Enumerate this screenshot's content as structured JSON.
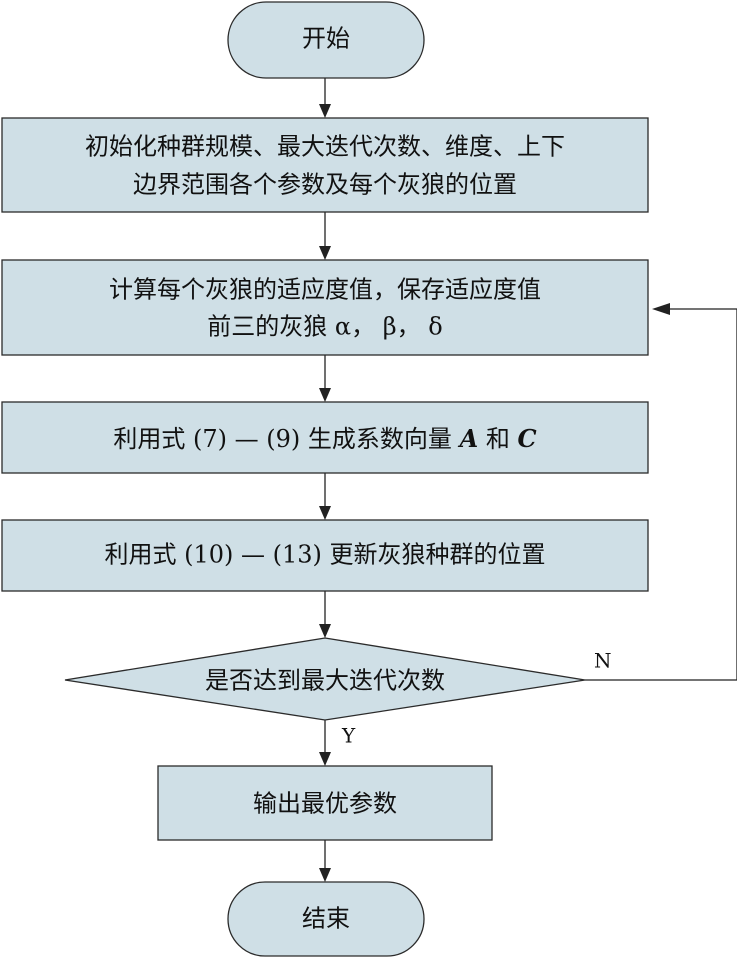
{
  "flowchart": {
    "start": "开始",
    "init": {
      "line1": "初始化种群规模、最大迭代次数、维度、上下",
      "line2": "边界范围各个参数及每个灰狼的位置"
    },
    "fitness": {
      "line1": "计算每个灰狼的适应度值，保存适应度值",
      "line2": "前三的灰狼 α， β， δ"
    },
    "coef": {
      "prefix": "利用式 (7) — (9) 生成系数向量 ",
      "var_a": "A",
      "mid": " 和 ",
      "var_c": "C"
    },
    "update": "利用式 (10) — (13) 更新灰狼种群的位置",
    "decision": "是否达到最大迭代次数",
    "no_label": "N",
    "yes_label": "Y",
    "output": "输出最优参数",
    "end": "结束"
  }
}
